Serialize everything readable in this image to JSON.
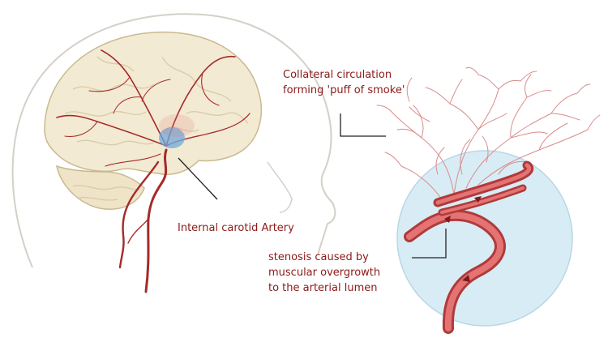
{
  "labels": {
    "collateral_line1": "Collateral circulation",
    "collateral_line2": "forming 'puff of smoke'",
    "internal_carotid": "Internal carotid Artery",
    "stenosis_line1": "stenosis caused by",
    "stenosis_line2": "muscular overgrowth",
    "stenosis_line3": "to the arterial lumen"
  },
  "colors": {
    "label_text": "#8b1a1a",
    "leader_line": "#222222",
    "brain_fill": "#f3ead3",
    "brain_outline": "#c9b98f",
    "head_outline": "#d4d0c8",
    "artery": "#a52a2a",
    "artery_light": "#e57373",
    "vessel_fine": "#d98c8c",
    "magnifier_fill": "#d8ecf5",
    "lesion_blue": "#6fa8dc"
  }
}
